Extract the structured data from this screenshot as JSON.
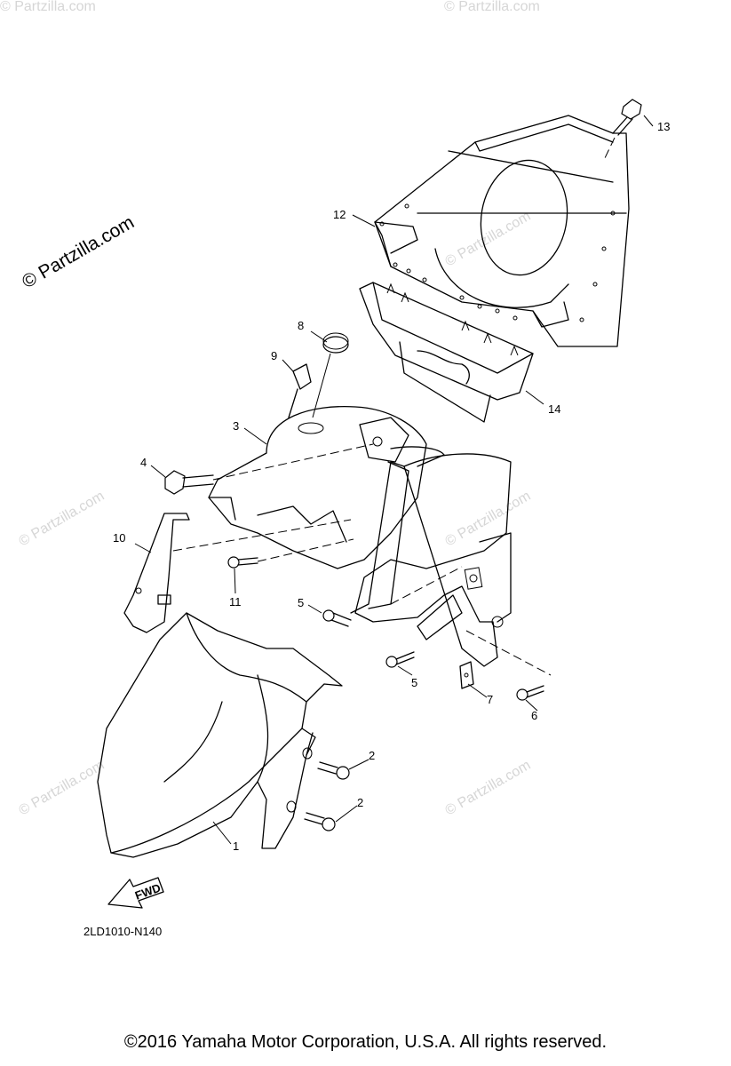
{
  "watermark_main": "© Partzilla.com",
  "watermark_faint": "© Partzilla.com",
  "diagram_code": "2LD1010-N140",
  "fwd_label": "FWD",
  "copyright": "©2016 Yamaha Motor Corporation, U.S.A. All rights reserved.",
  "callouts": {
    "c1": "1",
    "c2a": "2",
    "c2b": "2",
    "c3": "3",
    "c4": "4",
    "c5a": "5",
    "c5b": "5",
    "c6": "6",
    "c7": "7",
    "c8": "8",
    "c9": "9",
    "c10": "10",
    "c11": "11",
    "c12": "12",
    "c13": "13",
    "c14": "14"
  }
}
